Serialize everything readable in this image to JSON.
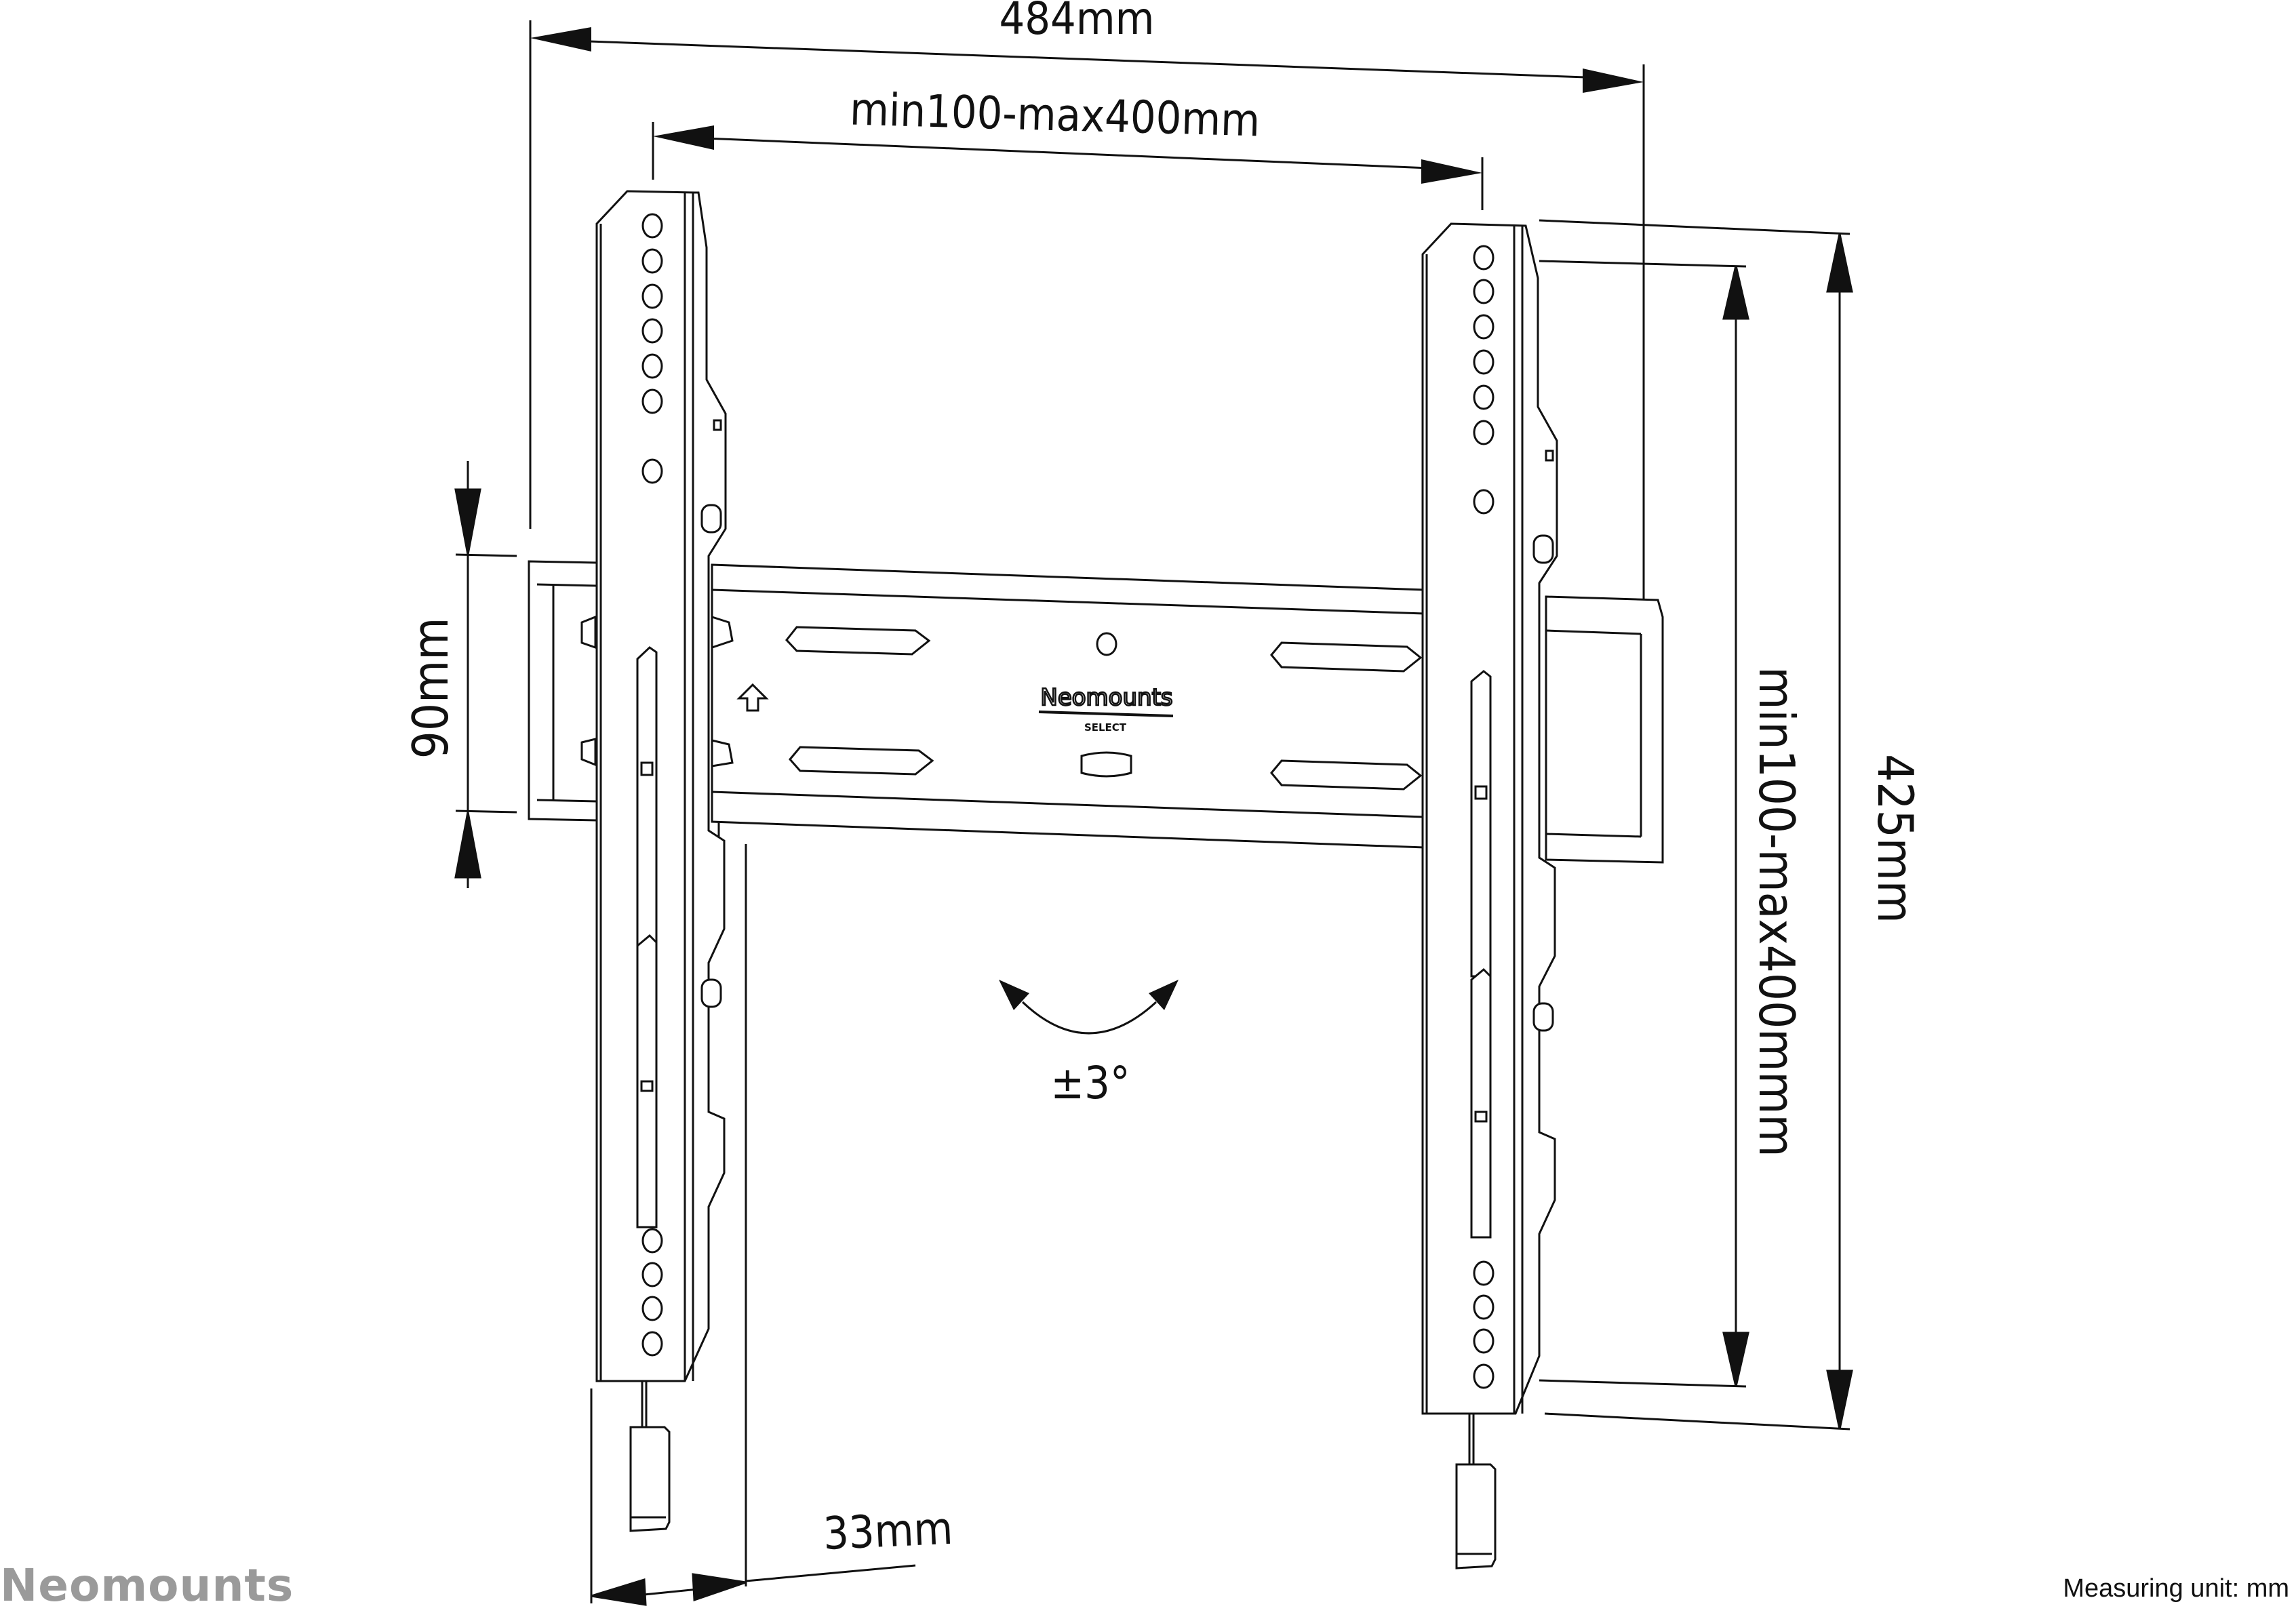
{
  "diagram": {
    "title": "TV wall mount technical drawing",
    "brand_logo": "Neomounts",
    "product_label": {
      "brand": "Neomounts",
      "line": "SELECT"
    },
    "measuring_unit_label": "Measuring unit: mm",
    "dimensions": {
      "overall_width": "484mm",
      "vesa_horizontal": "min100-max400mm",
      "rail_height": "90mm",
      "overall_height": "425mm",
      "vesa_vertical": "min100-max400mmm",
      "wall_distance": "33mm",
      "tilt": "±3°"
    },
    "colors": {
      "line": "#111111",
      "brand_gray": "#9a9a9a",
      "background": "#ffffff"
    }
  }
}
